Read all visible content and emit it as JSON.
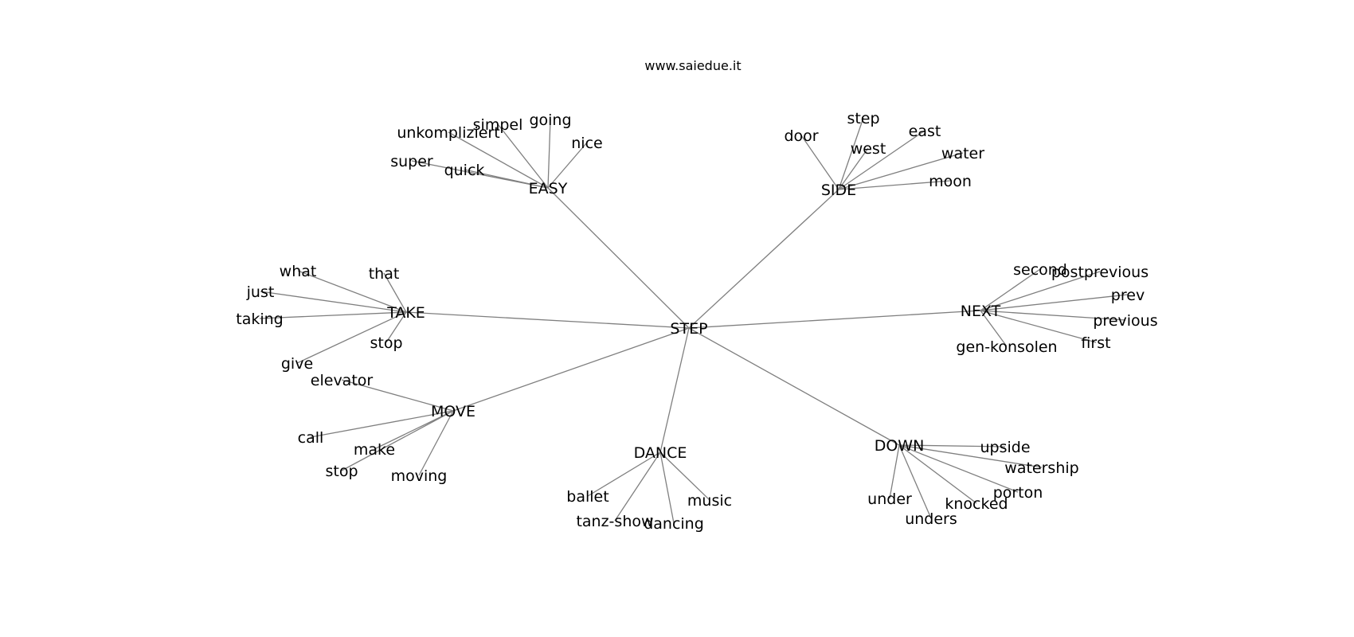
{
  "caption": "www.saiedue.it",
  "root": "STEP",
  "groups": [
    {
      "label": "EASY",
      "children": [
        "unkompliziert",
        "simpel",
        "going",
        "nice",
        "super",
        "quick"
      ]
    },
    {
      "label": "SIDE",
      "children": [
        "door",
        "step",
        "east",
        "west",
        "water",
        "moon"
      ]
    },
    {
      "label": "TAKE",
      "children": [
        "what",
        "that",
        "just",
        "taking",
        "stop",
        "give"
      ]
    },
    {
      "label": "NEXT",
      "children": [
        "second",
        "postprevious",
        "prev",
        "previous",
        "first",
        "gen-konsolen"
      ]
    },
    {
      "label": "MOVE",
      "children": [
        "elevator",
        "call",
        "make",
        "stop",
        "moving"
      ]
    },
    {
      "label": "DANCE",
      "children": [
        "ballet",
        "tanz-show",
        "dancing",
        "music"
      ]
    },
    {
      "label": "DOWN",
      "children": [
        "upside",
        "watership",
        "porton",
        "knocked",
        "unders",
        "under"
      ]
    }
  ]
}
